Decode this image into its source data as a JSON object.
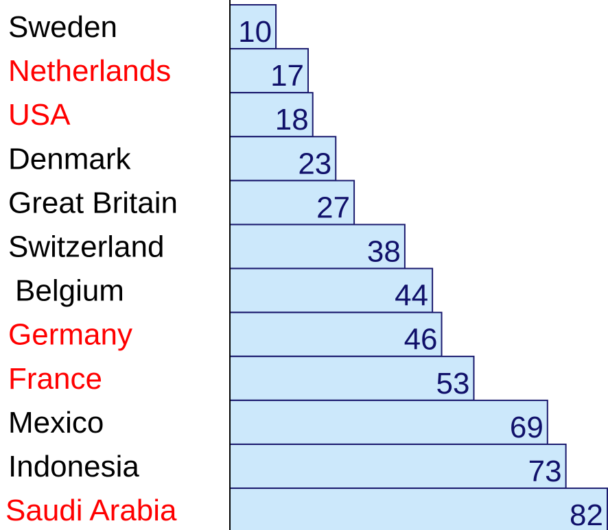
{
  "chart_data": {
    "type": "bar",
    "orientation": "horizontal",
    "categories": [
      "Sweden",
      "Netherlands",
      "USA",
      "Denmark",
      "Great Britain",
      "Switzerland",
      "Belgium",
      "Germany",
      "France",
      "Mexico",
      "Indonesia",
      "Saudi Arabia"
    ],
    "values": [
      10,
      17,
      18,
      23,
      27,
      38,
      44,
      46,
      53,
      69,
      73,
      82
    ],
    "highlighted": [
      false,
      true,
      true,
      false,
      false,
      false,
      false,
      true,
      true,
      false,
      false,
      true
    ],
    "title": "",
    "xlabel": "",
    "ylabel": "",
    "xlim": [
      0,
      82
    ],
    "grid": false,
    "legend": "none",
    "colors": {
      "bar_fill": "#cce8fb",
      "bar_stroke": "#1a1a6e",
      "value_text": "#10106a",
      "label_text": "#000000",
      "highlight_text": "#ff0000",
      "axis": "#000000"
    }
  }
}
